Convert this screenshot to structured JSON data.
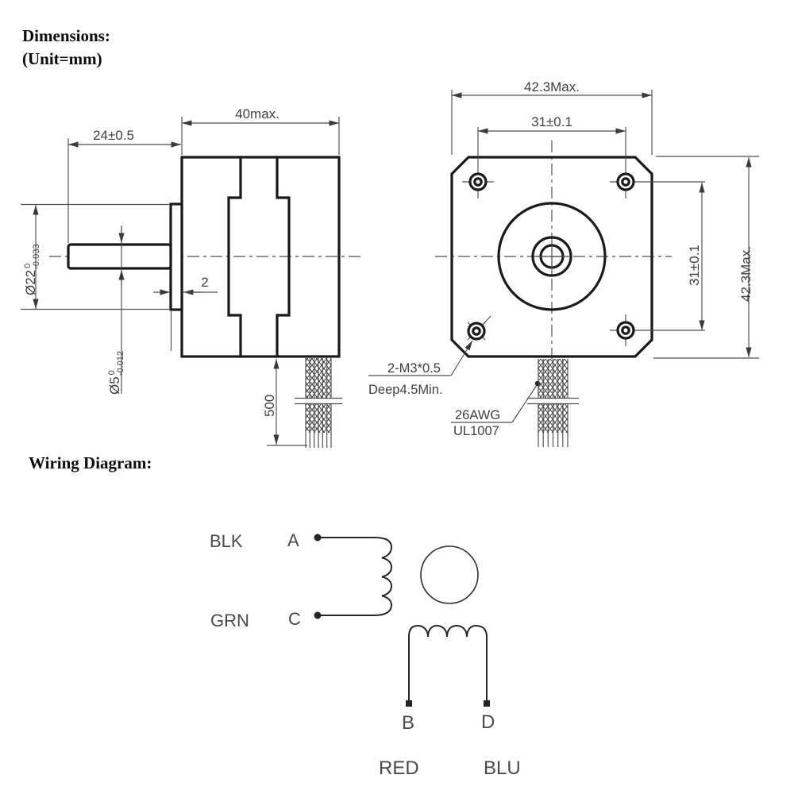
{
  "headings": {
    "title": "Dimensions:",
    "unit": "(Unit=mm)",
    "wiring_title": "Wiring Diagram:"
  },
  "side_view": {
    "body_width": "40max.",
    "shaft_length": "24±0.5",
    "boss_thickness": "2",
    "lead_length": "500",
    "boss_diameter": {
      "base": "Ø22",
      "tol_upper": "0",
      "tol_lower": "-0.033"
    },
    "shaft_diameter": {
      "base": "Ø5",
      "tol_upper": "0",
      "tol_lower": "-0.012"
    }
  },
  "front_view": {
    "overall_width": "42.3Max.",
    "hole_spacing_horizontal": "31±0.1",
    "hole_spacing_vertical": "31±0.1",
    "overall_height": "42.3Max.",
    "mounting_hole_note": {
      "line1": "2-M3*0.5",
      "line2": "Deep4.5Min."
    },
    "lead_wire_note": {
      "line1": "26AWG",
      "line2": "UL1007"
    }
  },
  "wiring_diagram": {
    "phase_a_c": {
      "wire_color_1": "BLK",
      "terminal_1": "A",
      "wire_color_2": "GRN",
      "terminal_2": "C"
    },
    "phase_b_d": {
      "terminal_1": "B",
      "wire_color_1": "RED",
      "terminal_2": "D",
      "wire_color_2": "BLU"
    }
  },
  "colors": {
    "outline": "#1a1a1a",
    "dimension_line": "#4d4d4d",
    "dimension_text": "#3f3f3f",
    "heading_text": "#0b0b0b",
    "background": "#ffffff"
  }
}
